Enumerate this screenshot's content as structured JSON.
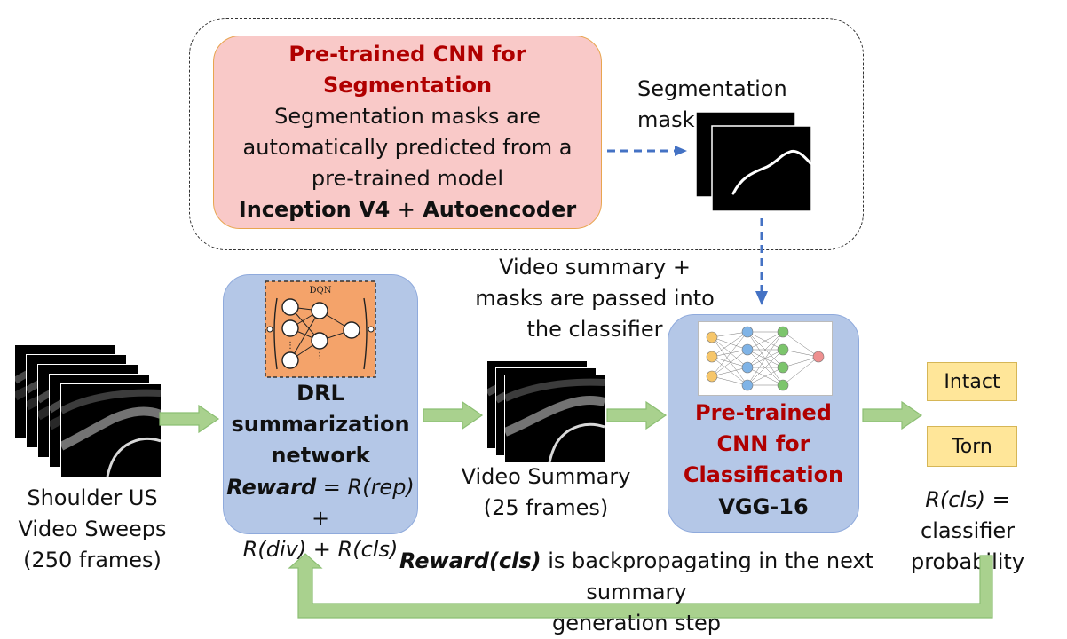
{
  "segmentation_block": {
    "title_line1": "Pre-trained CNN for",
    "title_line2": "Segmentation",
    "desc_line1": "Segmentation masks are",
    "desc_line2": "automatically predicted from a",
    "desc_line3": "pre-trained model",
    "model": "Inception V4 + Autoencoder"
  },
  "masks_label": "Segmentation masks",
  "pass_note": {
    "line1": "Video summary +",
    "line2": "masks are passed into",
    "line3": "the classifier"
  },
  "input_label": {
    "line1": "Shoulder US",
    "line2": "Video Sweeps",
    "line3": "(250 frames)"
  },
  "drl_block": {
    "icon_label": "DQN",
    "title_line1": "DRL",
    "title_line2": "summarization",
    "title_line3": "network",
    "reward_word": "Reward",
    "reward_eq1": " = R(rep) +",
    "reward_eq2": "R(div) + R(cls)"
  },
  "summary_label": {
    "line1": "Video Summary",
    "line2": "(25 frames)"
  },
  "classifier_block": {
    "title_line1": "Pre-trained",
    "title_line2": "CNN for",
    "title_line3": "Classification",
    "model": "VGG-16"
  },
  "outputs": {
    "intact": "Intact",
    "torn": "Torn"
  },
  "prob_note": {
    "rcls": "R(cls)",
    "line1_rest": " = classifier",
    "line2": "probability"
  },
  "feedback_note": {
    "word": "Reward(cls)",
    "line1_rest": " is backpropagating in the next summary",
    "line2": "generation step"
  },
  "colors": {
    "seg_fill": "#f9c9c8",
    "seg_border": "#e8a54f",
    "blue_fill": "#b4c7e7",
    "yellow_fill": "#ffe699",
    "green_arrow": "#a9d18e",
    "title_red": "#b00000",
    "dashed_arrow": "#4472c4",
    "dqn_orange": "#f4a36a"
  }
}
